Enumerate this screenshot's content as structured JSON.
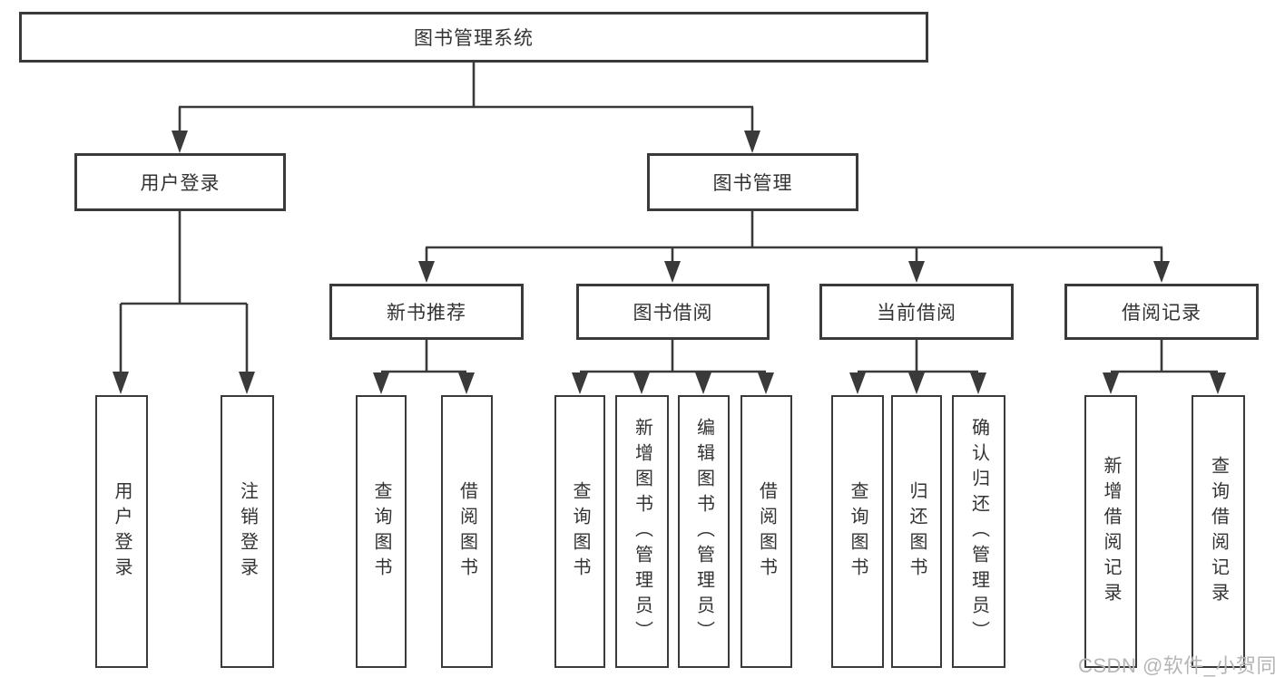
{
  "diagram": {
    "title": "图书管理系统",
    "root": {
      "label": "图书管理系统"
    },
    "branches": [
      {
        "label": "用户登录",
        "children": [
          {
            "label": "用户登录"
          },
          {
            "label": "注销登录"
          }
        ]
      },
      {
        "label": "图书管理",
        "children": [
          {
            "label": "新书推荐",
            "children": [
              {
                "label": "查询图书"
              },
              {
                "label": "借阅图书"
              }
            ]
          },
          {
            "label": "图书借阅",
            "children": [
              {
                "label": "查询图书"
              },
              {
                "label": "新增图书（管理员）"
              },
              {
                "label": "编辑图书（管理员）"
              },
              {
                "label": "借阅图书"
              }
            ]
          },
          {
            "label": "当前借阅",
            "children": [
              {
                "label": "查询图书"
              },
              {
                "label": "归还图书"
              },
              {
                "label": "确认归还（管理员）"
              }
            ]
          },
          {
            "label": "借阅记录",
            "children": [
              {
                "label": "新增借阅记录"
              },
              {
                "label": "查询借阅记录"
              }
            ]
          }
        ]
      }
    ],
    "watermark": "CSDN @软件_小贺同学",
    "colors": {
      "line": "#3a3a3a",
      "box_border": "#3a3a3a",
      "text": "#333333",
      "watermark": "#b5b5b5",
      "background": "#ffffff"
    }
  }
}
